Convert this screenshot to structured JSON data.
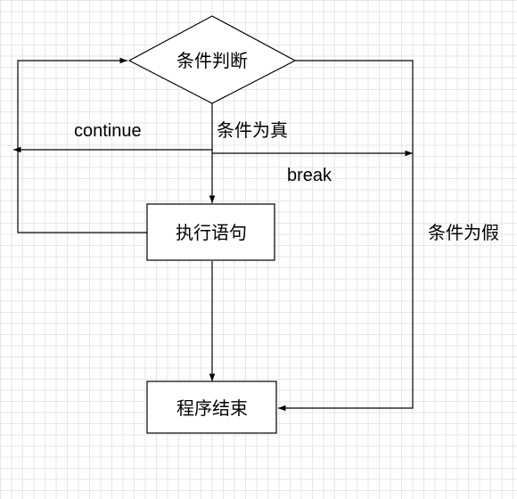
{
  "nodes": {
    "decision": "条件判断",
    "execute": "执行语句",
    "end": "程序结束"
  },
  "edges": {
    "true_label": "条件为真",
    "false_label": "条件为假",
    "continue_label": "continue",
    "break_label": "break"
  },
  "colors": {
    "stroke": "#000000",
    "fill": "#ffffff",
    "grid": "#e6e6e6"
  }
}
